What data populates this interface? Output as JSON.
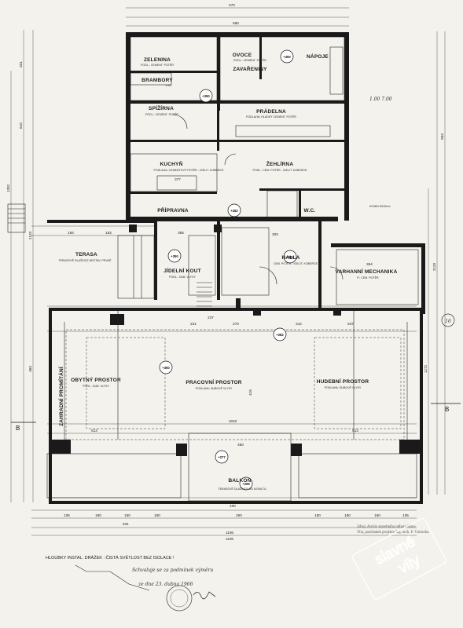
{
  "rooms": {
    "zelenina": {
      "name": "ZELENINA",
      "floor": "PODL.: CEMENT. POTĚR"
    },
    "ovoce": {
      "name": "OVOCE",
      "floor": "PODL.: CEMENT. POTĚR"
    },
    "zavareniny": {
      "name": "ZAVAŘENINY"
    },
    "napoje": {
      "name": "NÁPOJE"
    },
    "brambory": {
      "name": "BRAMBORY",
      "area": "3.33"
    },
    "spizirna": {
      "name": "SPÍŽÍRNA",
      "floor": "PODL.: CEMENT. POTĚR"
    },
    "pradelna": {
      "name": "PRÁDELNA",
      "floor": "PODLAHA: HLADKÝ CEMENT. POTĚR"
    },
    "kuchyn": {
      "name": "KUCHYŇ",
      "floor": "PODLAHA: CEMENTOVÝ POTĚR - IGELIT. KOBERCE"
    },
    "zehlirna": {
      "name": "ŽEHLÍRNA",
      "floor": "PODL.: CEM. POTĚR - IGELIT. KOBERCE"
    },
    "pripravna": {
      "name": "PŘÍPRAVNA"
    },
    "wc": {
      "name": "W.C."
    },
    "terasa": {
      "name": "TERASA",
      "floor": "TERASOVÉ DLAŽDICE NESTAV. PEVNÉ"
    },
    "jidelni": {
      "name": "JÍDELNÍ KOUT",
      "floor": "PODL.: DUB. VLYSY"
    },
    "halla": {
      "name": "HALLA",
      "floor": "CEM. POTĚR - IGELIT. KOBERCE"
    },
    "varhanni": {
      "name": "VARHANNÍ MECHANIKA",
      "floor": "P.: CEM. POTĚR"
    },
    "obytny": {
      "name": "OBYTNÝ PROSTOR",
      "floor": "PODL.: DUB. VLYSY"
    },
    "pracovni": {
      "name": "PRACOVNÍ PROSTOR",
      "floor": "PODLAHA: DUBOVÉ VLYSY"
    },
    "hudebni": {
      "name": "HUDEBNÍ PROSTOR",
      "floor": "PODLAHA: DUBOVÉ VLYSY"
    },
    "zahrada": {
      "name": "ZAHRADNÍ PROMÍTÁNÍ"
    },
    "balkon": {
      "name": "BALKON",
      "floor": "TERASOVÉ DLAŽDICE DO ASFALTU"
    }
  },
  "elevations": [
    "+350",
    "+350",
    "+282",
    "+350",
    "+282",
    "+282",
    "+350",
    "+277",
    "+269"
  ],
  "dimensions": {
    "top": "570",
    "top_inner": "560",
    "bottom_total": "1106",
    "bottom_row": [
      "105",
      "180",
      "160",
      "180",
      "260",
      "531",
      "180",
      "180",
      "160",
      "105"
    ],
    "left": [
      "331",
      "610",
      "1282",
      "2120",
      "463"
    ],
    "right": [
      "933",
      "2120",
      "1272"
    ],
    "misc": [
      "184",
      "163",
      "365",
      "303",
      "364",
      "377",
      "1818",
      "513",
      "513",
      "450",
      "400",
      "418",
      "1106",
      "312",
      "537",
      "270",
      "231",
      "237"
    ]
  },
  "section_marks": {
    "left": "B",
    "right": "B"
  },
  "notes": {
    "insulation": "HLOUBKY INSTAL. DRÁŽEK : ČISTÁ SVĚTLOST BEZ ISOLACE !",
    "approval": "Schvaluje se za podmínek výměru",
    "signature_date": "ze dne 23. dubna 1966",
    "pencil": "1.00 7.00",
    "chimney": "KOMIN 50/30cm",
    "page": "16"
  },
  "caption": {
    "line1": "Zdroj: Archiv stavebního odboru Brno-",
    "line2": "Vila, pozůstatek projektu Ing. arch. F. Václavka"
  },
  "watermark": {
    "line1": "slavné",
    "line2": "vily"
  }
}
